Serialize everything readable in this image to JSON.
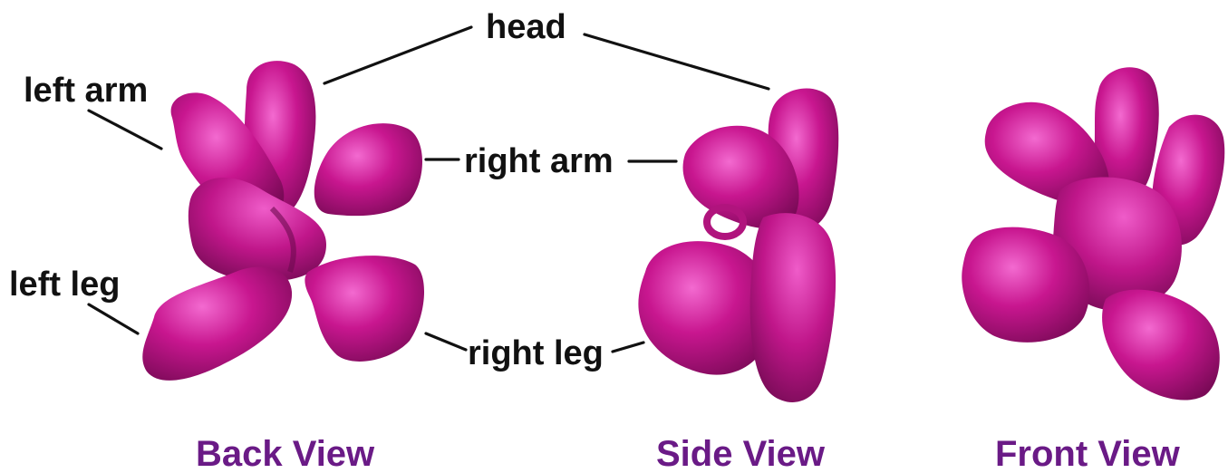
{
  "labels": {
    "head": "head",
    "left_arm": "left arm",
    "right_arm": "right arm",
    "left_leg": "left leg",
    "right_leg": "right leg"
  },
  "views": {
    "back": "Back View",
    "side": "Side View",
    "front": "Front View"
  },
  "colors": {
    "model": "#c0168a",
    "model_highlight": "#e85fc4",
    "model_shadow": "#7a0a57",
    "view_label": "#6a1a86",
    "annotation": "#111111"
  }
}
